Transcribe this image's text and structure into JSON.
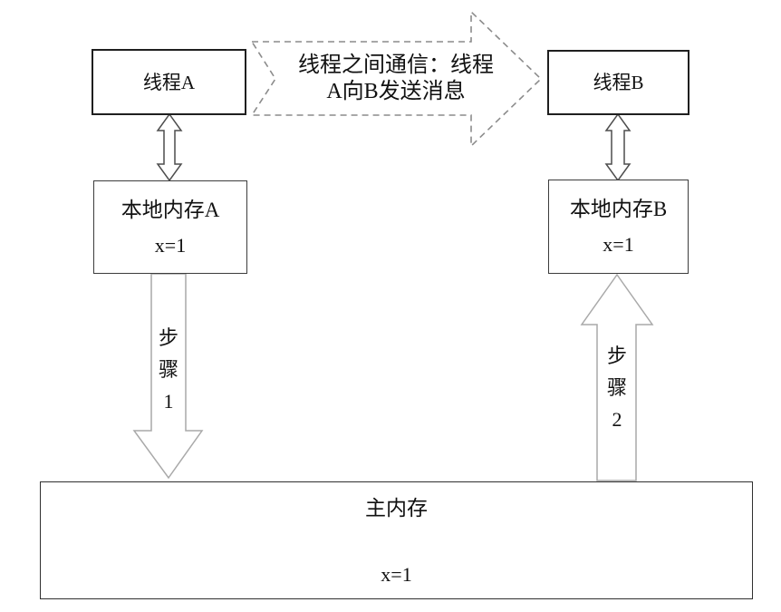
{
  "diagram": {
    "title_meaning": "Inter-thread communication through shared main memory",
    "thread_a": {
      "label": "线程A"
    },
    "thread_b": {
      "label": "线程B"
    },
    "local_memory_a": {
      "title": "本地内存A",
      "value": "x=1"
    },
    "local_memory_b": {
      "title": "本地内存B",
      "value": "x=1"
    },
    "main_memory": {
      "title": "主内存",
      "value": "x=1"
    },
    "communication": {
      "line1": "线程之间通信：线程",
      "line2": "A向B发送消息"
    },
    "steps": {
      "step1": "步骤1",
      "step2": "步骤2"
    },
    "colors": {
      "background": "#ffffff",
      "text": "#111111",
      "thread_box_border": "#1f1f1f",
      "local_box_border": "#3c3c3c",
      "main_box_border": "#303030",
      "double_arrow_stroke": "#4d4d4d",
      "step_arrow_stroke": "#a9a9a9",
      "dashed_arrow_stroke": "#8c8c8c"
    }
  }
}
